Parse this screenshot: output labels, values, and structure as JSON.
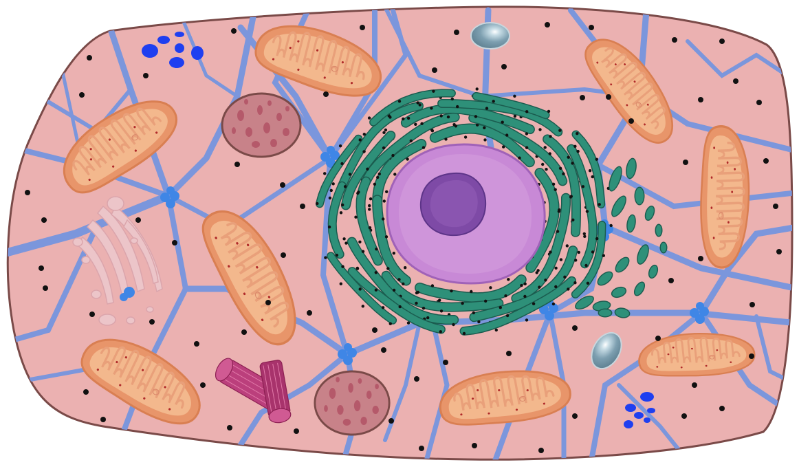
{
  "diagram": {
    "labels": [],
    "colors": {
      "background": "#ffffff",
      "cytoplasm": "#ebb1b1",
      "membrane": "#7a4a48",
      "cytoskeleton": "#7b96dc",
      "mitochondrion_outer": "#e8956a",
      "mitochondrion_inner": "#f3b88d",
      "mitochondrion_dots": "#b02a2a",
      "rough_er": "#2e9079",
      "rough_er_edge": "#1b5c4f",
      "ribosome": "#111111",
      "nucleus_outer": "#c889d6",
      "nucleus_inner": "#cf95da",
      "nucleolus": "#7e4aa6",
      "lysosome": "#c88289",
      "lysosome_spots": "#b5596a",
      "vesicle": "#7d9fb0",
      "golgi": "#e9c2c6",
      "centriole": "#bb3f7c",
      "blue_granules": "#1f3ff0",
      "junction_spheres": "#3f86e6"
    },
    "organelles": [
      {
        "kind": "nucleus",
        "icon": "nucleus-icon"
      },
      {
        "kind": "nucleolus",
        "icon": "nucleolus-icon"
      },
      {
        "kind": "rough-endoplasmic-reticulum",
        "icon": "er-icon"
      },
      {
        "kind": "mitochondrion",
        "count": 8,
        "icon": "mitochondrion-icon"
      },
      {
        "kind": "lysosome",
        "count": 2,
        "icon": "lysosome-icon"
      },
      {
        "kind": "vesicle",
        "count": 2,
        "icon": "vesicle-icon"
      },
      {
        "kind": "golgi-apparatus",
        "icon": "golgi-icon"
      },
      {
        "kind": "centriole",
        "icon": "centriole-icon"
      },
      {
        "kind": "granule-cluster",
        "count": 2,
        "icon": "granule-icon"
      },
      {
        "kind": "free-ribosomes",
        "icon": "ribosome-icon"
      },
      {
        "kind": "cytoskeleton",
        "icon": "cytoskeleton-icon"
      }
    ]
  }
}
